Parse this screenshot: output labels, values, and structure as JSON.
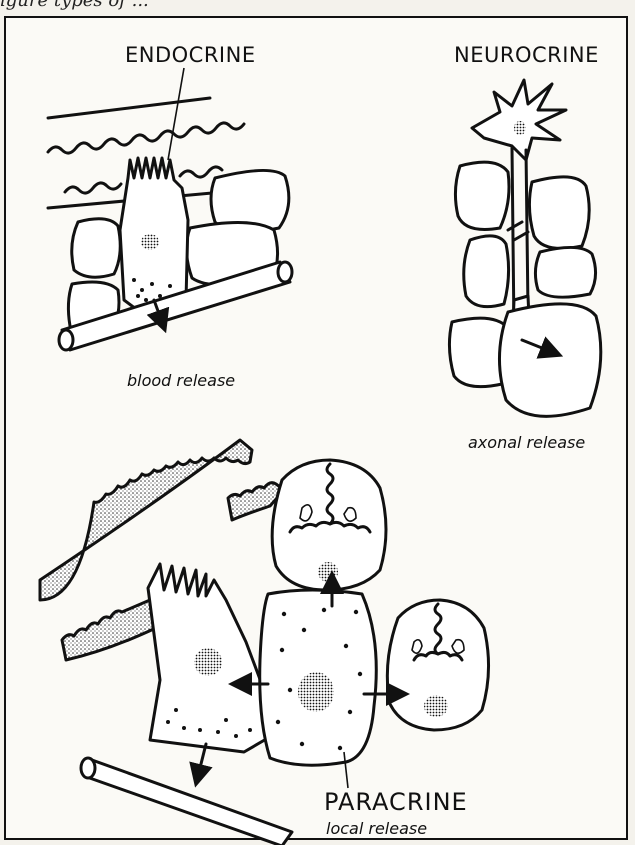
{
  "page_fragment": "igure types of ...",
  "labels": {
    "endocrine": "ENDOCRINE",
    "blood_release": "blood release",
    "neurocrine": "NEUROCRINE",
    "axonal_release": "axonal release",
    "paracrine": "PARACRINE",
    "local_release": "local release"
  }
}
